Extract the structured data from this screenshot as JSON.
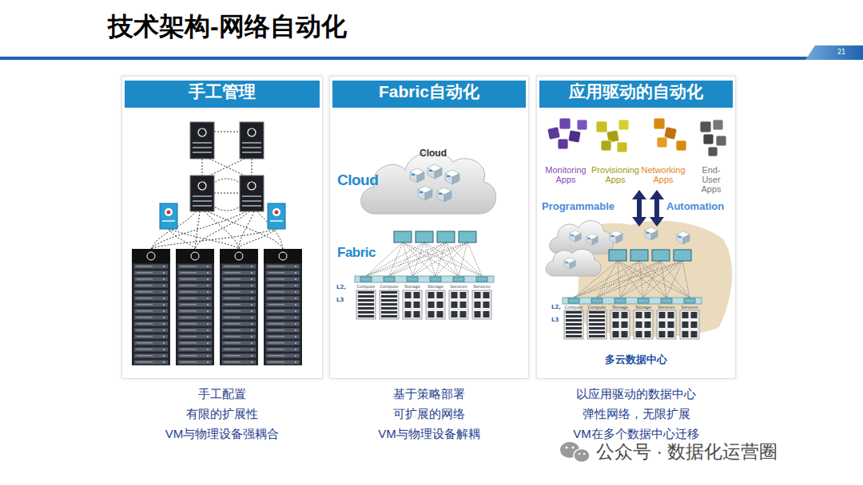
{
  "diagram": {
    "title": "技术架构-网络自动化",
    "nodes": [
      {
        "text": [
          "手工管理",
          "手工配置",
          "有限的扩展性",
          "VM与物理设备强耦合"
        ]
      },
      {
        "text": [
          "Fabric自动化",
          "基于策略部署",
          "可扩展的网络",
          "VM与物理设备解耦"
        ]
      },
      {
        "text": [
          "应用驱动的自动化",
          "以应用驱动的数据中心",
          "弹性网络，无限扩展",
          "VM在多个数据中心迁移"
        ]
      }
    ],
    "labels": [
      "21",
      "Cloud",
      "Cloud",
      "Fabric",
      "L2,",
      "L3",
      "Compute",
      "Compute",
      "Storage",
      "Storage",
      "Services",
      "Services",
      "Monitoring Apps",
      "Provisioning Apps",
      "Networking Apps",
      "End-User Apps",
      "Programmable",
      "Automation",
      "L2,",
      "L3",
      "Compute",
      "Compute",
      "Storage",
      "Storage",
      "Services",
      "Services",
      "多云数据中心",
      "公众号 · 数据化运营圈"
    ]
  }
}
